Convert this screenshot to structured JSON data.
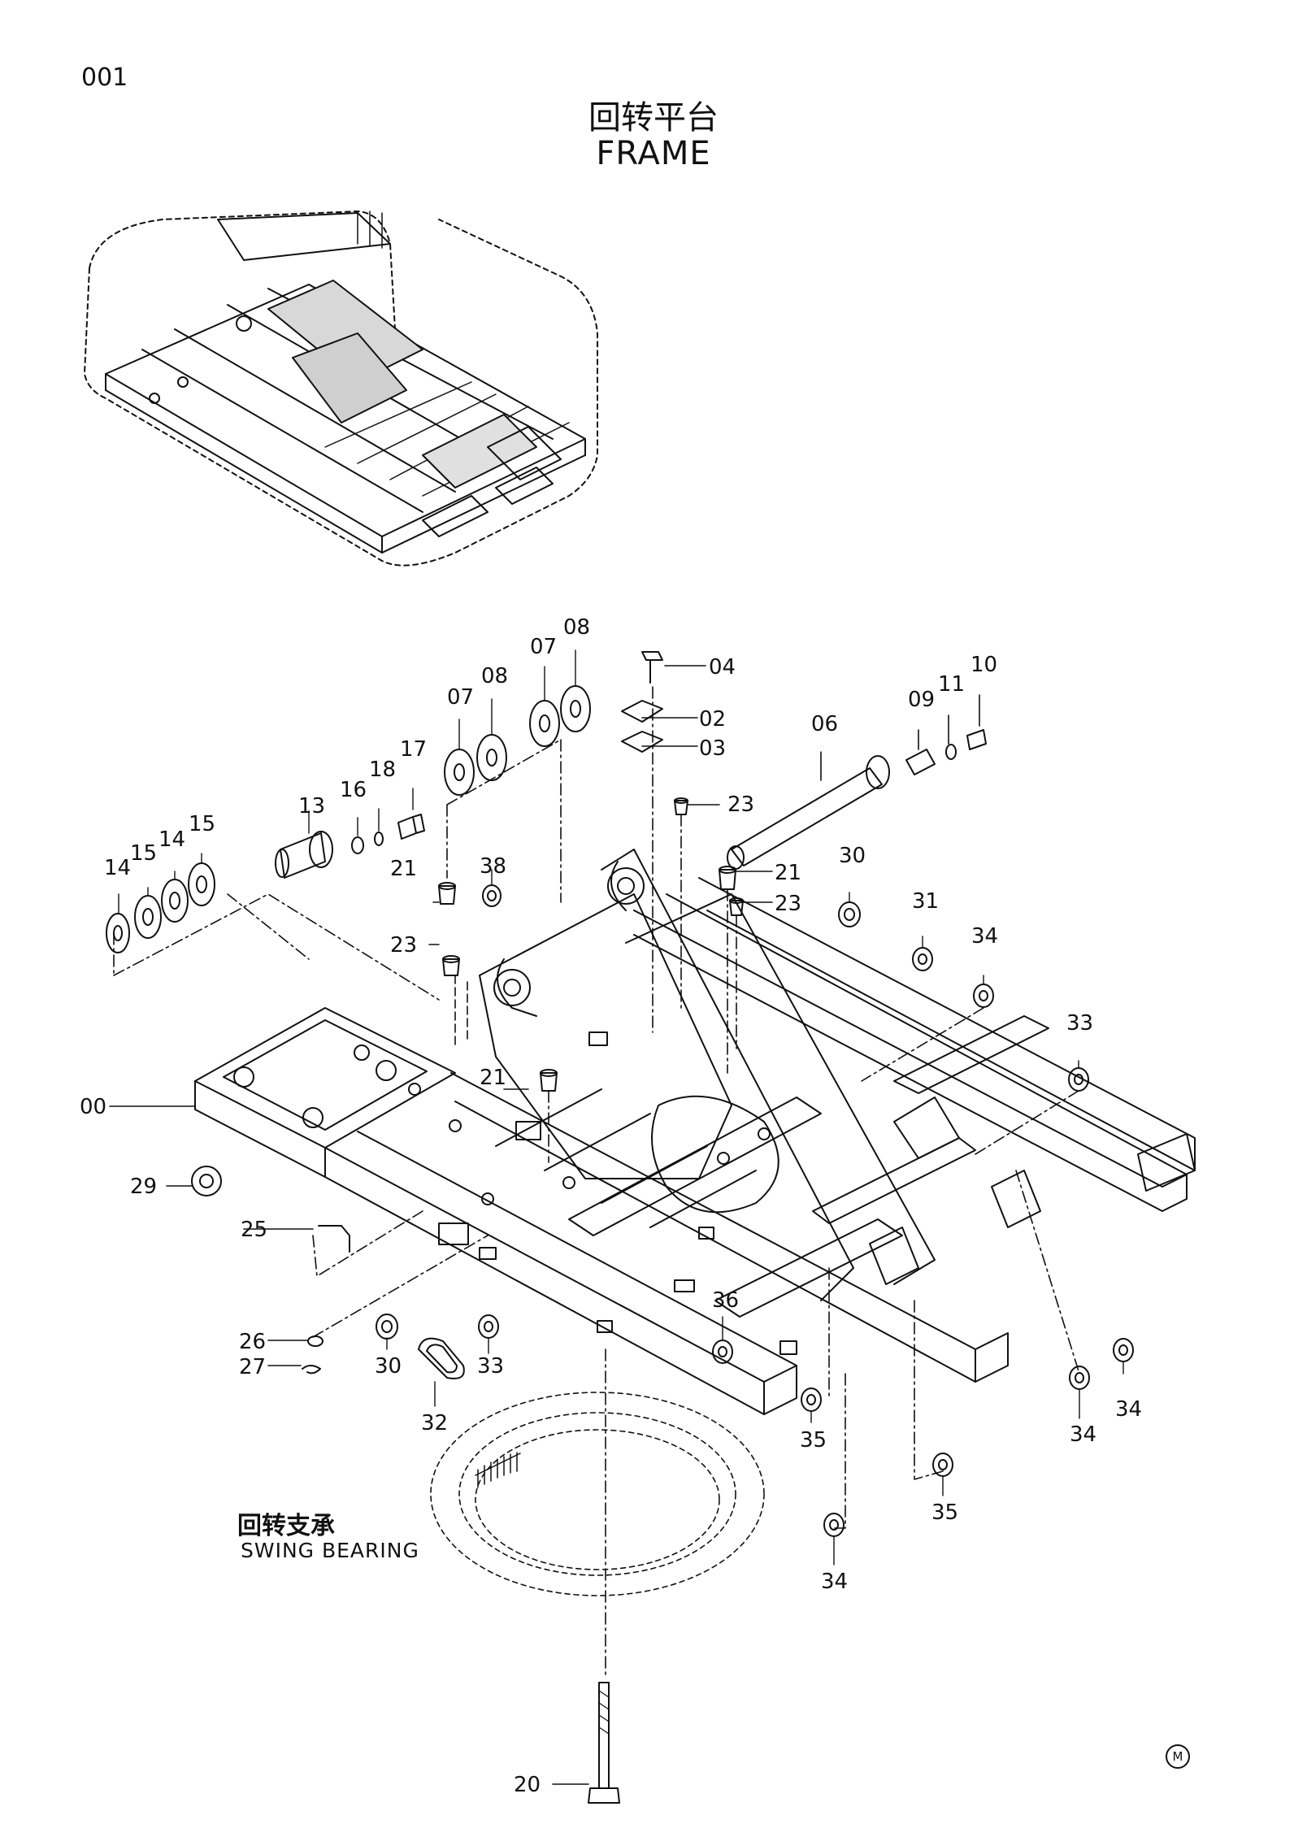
{
  "page_number": "001",
  "title": {
    "zh": "回转平台",
    "en": "FRAME"
  },
  "swing_bearing": {
    "zh": "回转支承",
    "en": "SWING BEARING"
  },
  "corner_mark": "M",
  "callouts": [
    {
      "id": "c04",
      "text": "04"
    },
    {
      "id": "c02",
      "text": "02"
    },
    {
      "id": "c03",
      "text": "03"
    },
    {
      "id": "c06",
      "text": "06"
    },
    {
      "id": "c09",
      "text": "09"
    },
    {
      "id": "c11",
      "text": "11"
    },
    {
      "id": "c10",
      "text": "10"
    },
    {
      "id": "c07a",
      "text": "07"
    },
    {
      "id": "c08a",
      "text": "08"
    },
    {
      "id": "c07b",
      "text": "07"
    },
    {
      "id": "c08b",
      "text": "08"
    },
    {
      "id": "c17",
      "text": "17"
    },
    {
      "id": "c18",
      "text": "18"
    },
    {
      "id": "c16",
      "text": "16"
    },
    {
      "id": "c13",
      "text": "13"
    },
    {
      "id": "c14a",
      "text": "14"
    },
    {
      "id": "c15a",
      "text": "15"
    },
    {
      "id": "c14b",
      "text": "14"
    },
    {
      "id": "c15b",
      "text": "15"
    },
    {
      "id": "c23a",
      "text": "23"
    },
    {
      "id": "c21a",
      "text": "21"
    },
    {
      "id": "c23b",
      "text": "23"
    },
    {
      "id": "c30a",
      "text": "30"
    },
    {
      "id": "c38",
      "text": "38"
    },
    {
      "id": "c21b",
      "text": "21"
    },
    {
      "id": "c23c",
      "text": "23"
    },
    {
      "id": "c31",
      "text": "31"
    },
    {
      "id": "c34a",
      "text": "34"
    },
    {
      "id": "c33a",
      "text": "33"
    },
    {
      "id": "c21c",
      "text": "21"
    },
    {
      "id": "c00",
      "text": "00"
    },
    {
      "id": "c29",
      "text": "29"
    },
    {
      "id": "c25",
      "text": "25"
    },
    {
      "id": "c36",
      "text": "36"
    },
    {
      "id": "c26",
      "text": "26"
    },
    {
      "id": "c27",
      "text": "27"
    },
    {
      "id": "c30b",
      "text": "30"
    },
    {
      "id": "c32",
      "text": "32"
    },
    {
      "id": "c33b",
      "text": "33"
    },
    {
      "id": "c35a",
      "text": "35"
    },
    {
      "id": "c34b",
      "text": "34"
    },
    {
      "id": "c34c",
      "text": "34"
    },
    {
      "id": "c35b",
      "text": "35"
    },
    {
      "id": "c34d",
      "text": "34"
    },
    {
      "id": "c20",
      "text": "20"
    }
  ]
}
